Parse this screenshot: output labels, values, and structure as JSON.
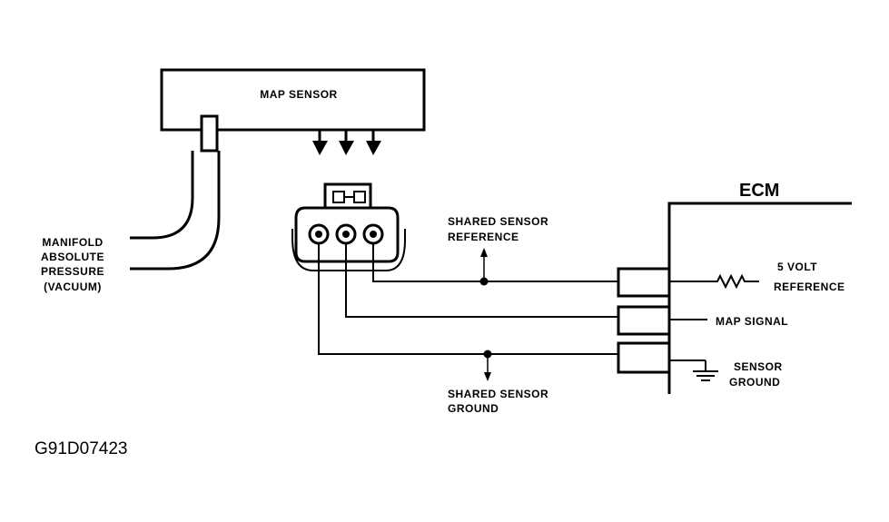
{
  "diagram": {
    "sensor_label": "MAP SENSOR",
    "ecm_label": "ECM",
    "vacuum_label": [
      "MANIFOLD",
      "ABSOLUTE",
      "PRESSURE",
      "(VACUUM)"
    ],
    "shared_reference_label": [
      "SHARED SENSOR",
      "REFERENCE"
    ],
    "shared_ground_label": [
      "SHARED SENSOR",
      "GROUND"
    ],
    "five_volt_label": [
      "5 VOLT",
      "REFERENCE"
    ],
    "map_signal_label": "MAP SIGNAL",
    "sensor_ground_label": [
      "SENSOR",
      "GROUND"
    ],
    "figure_id": "G91D07423"
  }
}
